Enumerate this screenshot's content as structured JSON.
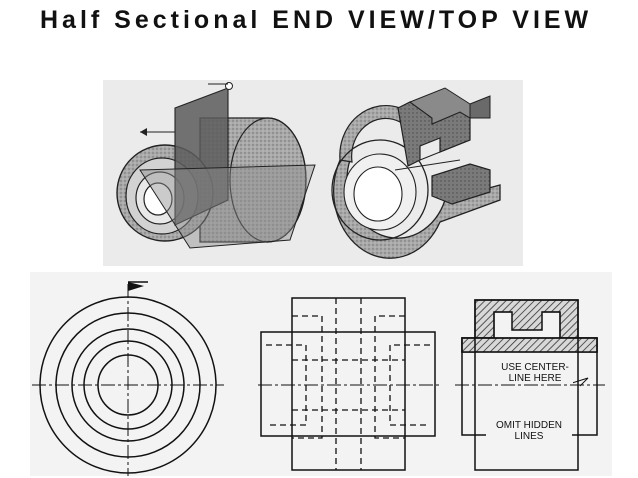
{
  "header": {
    "title": "Half Sectional END VIEW/TOP VIEW"
  },
  "labels": {
    "use_centerline_line1": "USE CENTER-",
    "use_centerline_line2": "LINE HERE",
    "omit_hidden_line1": "OMIT HIDDEN",
    "omit_hidden_line2": "LINES"
  }
}
